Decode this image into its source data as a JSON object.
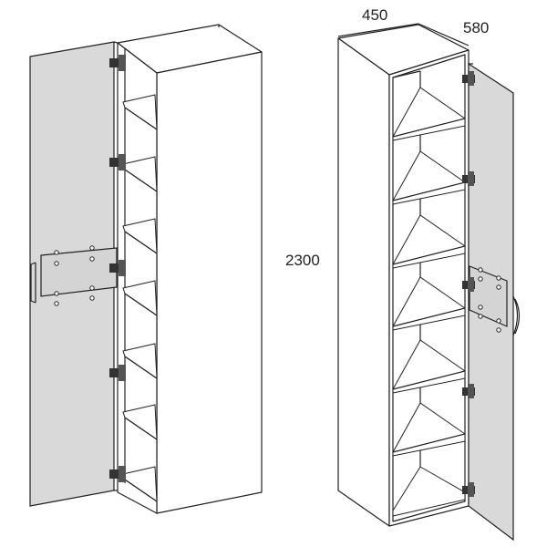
{
  "dimensions": {
    "width": "450",
    "depth": "580",
    "height": "2300"
  },
  "colors": {
    "door_panel": "#d9d9d9",
    "line": "#222222",
    "background": "#ffffff"
  },
  "icons": [
    "hinge-icon",
    "handle-icon"
  ]
}
